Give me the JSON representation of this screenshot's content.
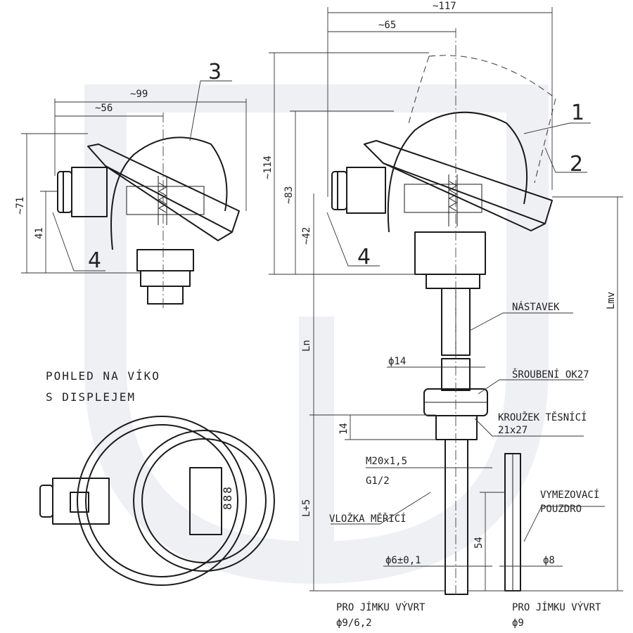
{
  "watermark": {
    "color": "#eef0f4"
  },
  "dimensions": {
    "d117": "~117",
    "d65": "~65",
    "d99": "~99",
    "d56": "~56",
    "d114": "~114",
    "d83": "~83",
    "d71": "~71",
    "d41": "41",
    "d42": "~42",
    "Ln": "Ln",
    "Lmv": "Lmv",
    "L5": "L+5",
    "d14v": "14",
    "d54": "54"
  },
  "callouts": {
    "c1": "1",
    "c2": "2",
    "c3": "3",
    "c4a": "4",
    "c4b": "4"
  },
  "labels": {
    "pohled_line1": "POHLED NA VÍKO",
    "pohled_line2": "S DISPLEJEM",
    "nastavek": "NÁSTAVEK",
    "phi14": "ϕ14",
    "sroubeni": "ŠROUBENÍ OK27",
    "krouzek_line1": "KROUŽEK TĚSNÍCÍ",
    "krouzek_line2": "21x27",
    "m20": "M20x1,5",
    "g12": "G1/2",
    "vlozka": "VLOŽKA MĚŘICÍ",
    "phi6": "ϕ6±0,1",
    "vymezovaci_line1": "VYMEZOVACÍ",
    "vymezovaci_line2": "POUZDRO",
    "phi8": "ϕ8",
    "pro_jimku_1_line1": "PRO JÍMKU VÝVRT",
    "pro_jimku_1_line2": "ϕ9/6,2",
    "pro_jimku_2_line1": "PRO JÍMKU VÝVRT",
    "pro_jimku_2_line2": "ϕ9"
  },
  "display": {
    "segments": "888"
  }
}
